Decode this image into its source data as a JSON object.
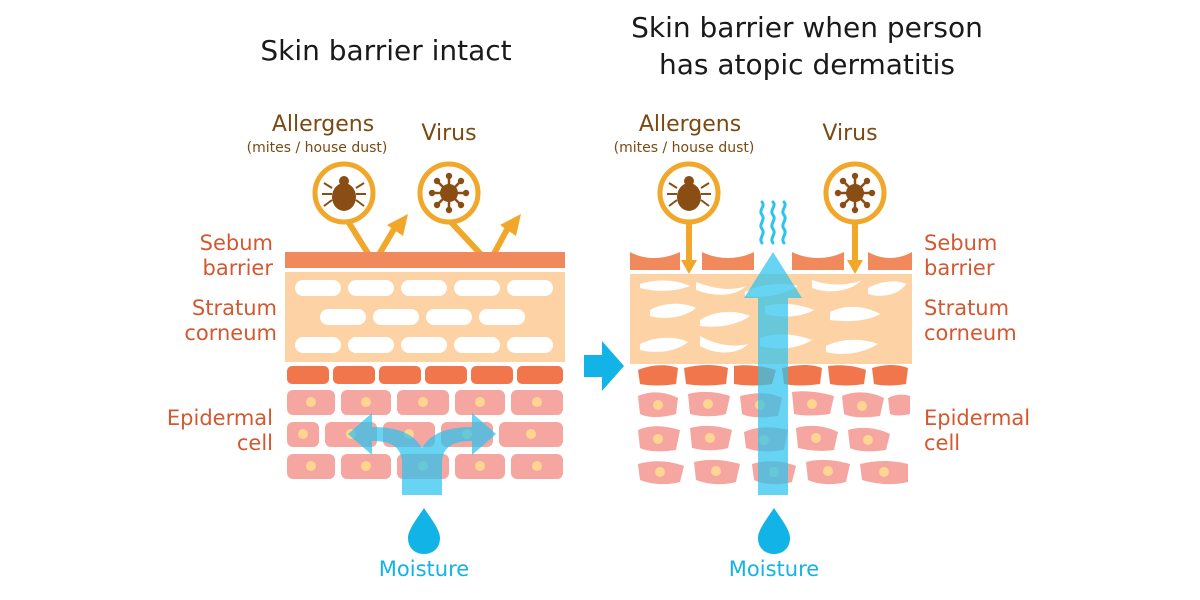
{
  "panels": {
    "intact": {
      "title": "Skin barrier intact",
      "allergens": {
        "title": "Allergens",
        "subtitle": "(mites / house dust)"
      },
      "virus": "Virus",
      "labels": {
        "sebum_line1": "Sebum",
        "sebum_line2": "barrier",
        "stratum_line1": "Stratum",
        "stratum_line2": "corneum",
        "epidermal_line1": "Epidermal",
        "epidermal_line2": "cell"
      },
      "moisture": "Moisture"
    },
    "dermatitis": {
      "title_line1": "Skin barrier when person",
      "title_line2": "has atopic dermatitis",
      "allergens": {
        "title": "Allergens",
        "subtitle": "(mites / house dust)"
      },
      "virus": "Virus",
      "labels": {
        "sebum_line1": "Sebum",
        "sebum_line2": "barrier",
        "stratum_line1": "Stratum",
        "stratum_line2": "corneum",
        "epidermal_line1": "Epidermal",
        "epidermal_line2": "cell"
      },
      "moisture": "Moisture"
    }
  },
  "icons": {
    "mite": "mite-icon",
    "virus": "virus-icon",
    "drop": "water-drop-icon",
    "transition": "transition-arrow-icon"
  },
  "colors": {
    "text": "#1a1a1a",
    "agent_text": "#7a4a12",
    "layer_label": "#d4582f",
    "agent_ring": "#f0a72a",
    "agent_body": "#8a4d14",
    "sebum": "#f08a5d",
    "stratum": "#fdd3a6",
    "top_epidermal": "#f2764c",
    "epidermal_cell": "#f5a6a0",
    "nucleus": "#ffd691",
    "moisture": "#2cc3ee"
  }
}
